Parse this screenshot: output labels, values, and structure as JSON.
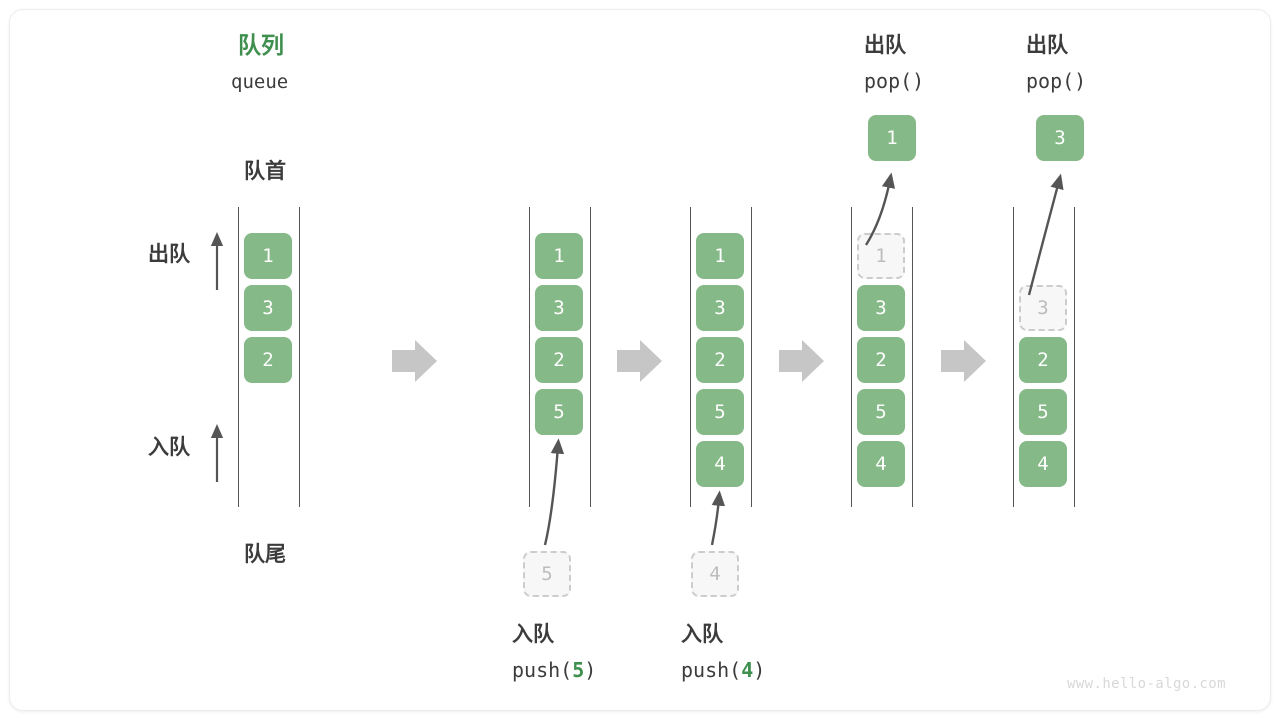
{
  "figure": {
    "title_cn": "队列",
    "title_en": "queue",
    "front_label": "队首",
    "rear_label": "队尾",
    "dequeue_label": "出队",
    "enqueue_label": "入队",
    "watermark": "www.hello-algo.com",
    "accent_green": "#3f8f4e",
    "cell_green": "#85b987",
    "ghost_gray": "#bdbdbd",
    "arrow_gray": "#555555",
    "block_arrow_gray": "#c6c6c6"
  },
  "side_labels": {
    "dequeue": "出队",
    "enqueue": "入队"
  },
  "stages": [
    {
      "id": "initial",
      "cells": [
        "1",
        "3",
        "2"
      ],
      "ghost_index": null,
      "top_label_cn": "",
      "top_label_code": "",
      "bottom_label_cn": "",
      "bottom_label_code": "",
      "incoming_value": null,
      "popped_value": null
    },
    {
      "id": "push5",
      "cells": [
        "1",
        "3",
        "2",
        "5"
      ],
      "ghost_index": null,
      "top_label_cn": "",
      "top_label_code": "",
      "bottom_label_cn": "入队",
      "bottom_label_code_prefix": "push(",
      "bottom_label_code_arg": "5",
      "bottom_label_code_suffix": ")",
      "incoming_value": "5",
      "popped_value": null
    },
    {
      "id": "push4",
      "cells": [
        "1",
        "3",
        "2",
        "5",
        "4"
      ],
      "ghost_index": null,
      "top_label_cn": "",
      "top_label_code": "",
      "bottom_label_cn": "入队",
      "bottom_label_code_prefix": "push(",
      "bottom_label_code_arg": "4",
      "bottom_label_code_suffix": ")",
      "incoming_value": "4",
      "popped_value": null
    },
    {
      "id": "pop1",
      "cells": [
        "1",
        "3",
        "2",
        "5",
        "4"
      ],
      "ghost_index": 0,
      "top_label_cn": "出队",
      "top_label_code": "pop()",
      "bottom_label_cn": "",
      "bottom_label_code": "",
      "incoming_value": null,
      "popped_value": "1"
    },
    {
      "id": "pop3",
      "cells": [
        "",
        "3",
        "2",
        "5",
        "4"
      ],
      "ghost_index": 1,
      "top_label_cn": "出队",
      "top_label_code": "pop()",
      "bottom_label_cn": "",
      "bottom_label_code": "",
      "incoming_value": null,
      "popped_value": "3"
    }
  ],
  "chart_data": {
    "type": "diagram",
    "title": "队列 queue — push / pop 操作示意",
    "operations": [
      {
        "step": 1,
        "op": "initial",
        "queue": [
          "1",
          "3",
          "2"
        ],
        "returns": null
      },
      {
        "step": 2,
        "op": "push(5)",
        "queue": [
          "1",
          "3",
          "2",
          "5"
        ],
        "returns": null
      },
      {
        "step": 3,
        "op": "push(4)",
        "queue": [
          "1",
          "3",
          "2",
          "5",
          "4"
        ],
        "returns": null
      },
      {
        "step": 4,
        "op": "pop()",
        "queue": [
          "3",
          "2",
          "5",
          "4"
        ],
        "returns": "1"
      },
      {
        "step": 5,
        "op": "pop()",
        "queue": [
          "2",
          "5",
          "4"
        ],
        "returns": "3"
      }
    ],
    "front_is": "队首 (top of column)",
    "rear_is": "队尾 (bottom of column)"
  }
}
